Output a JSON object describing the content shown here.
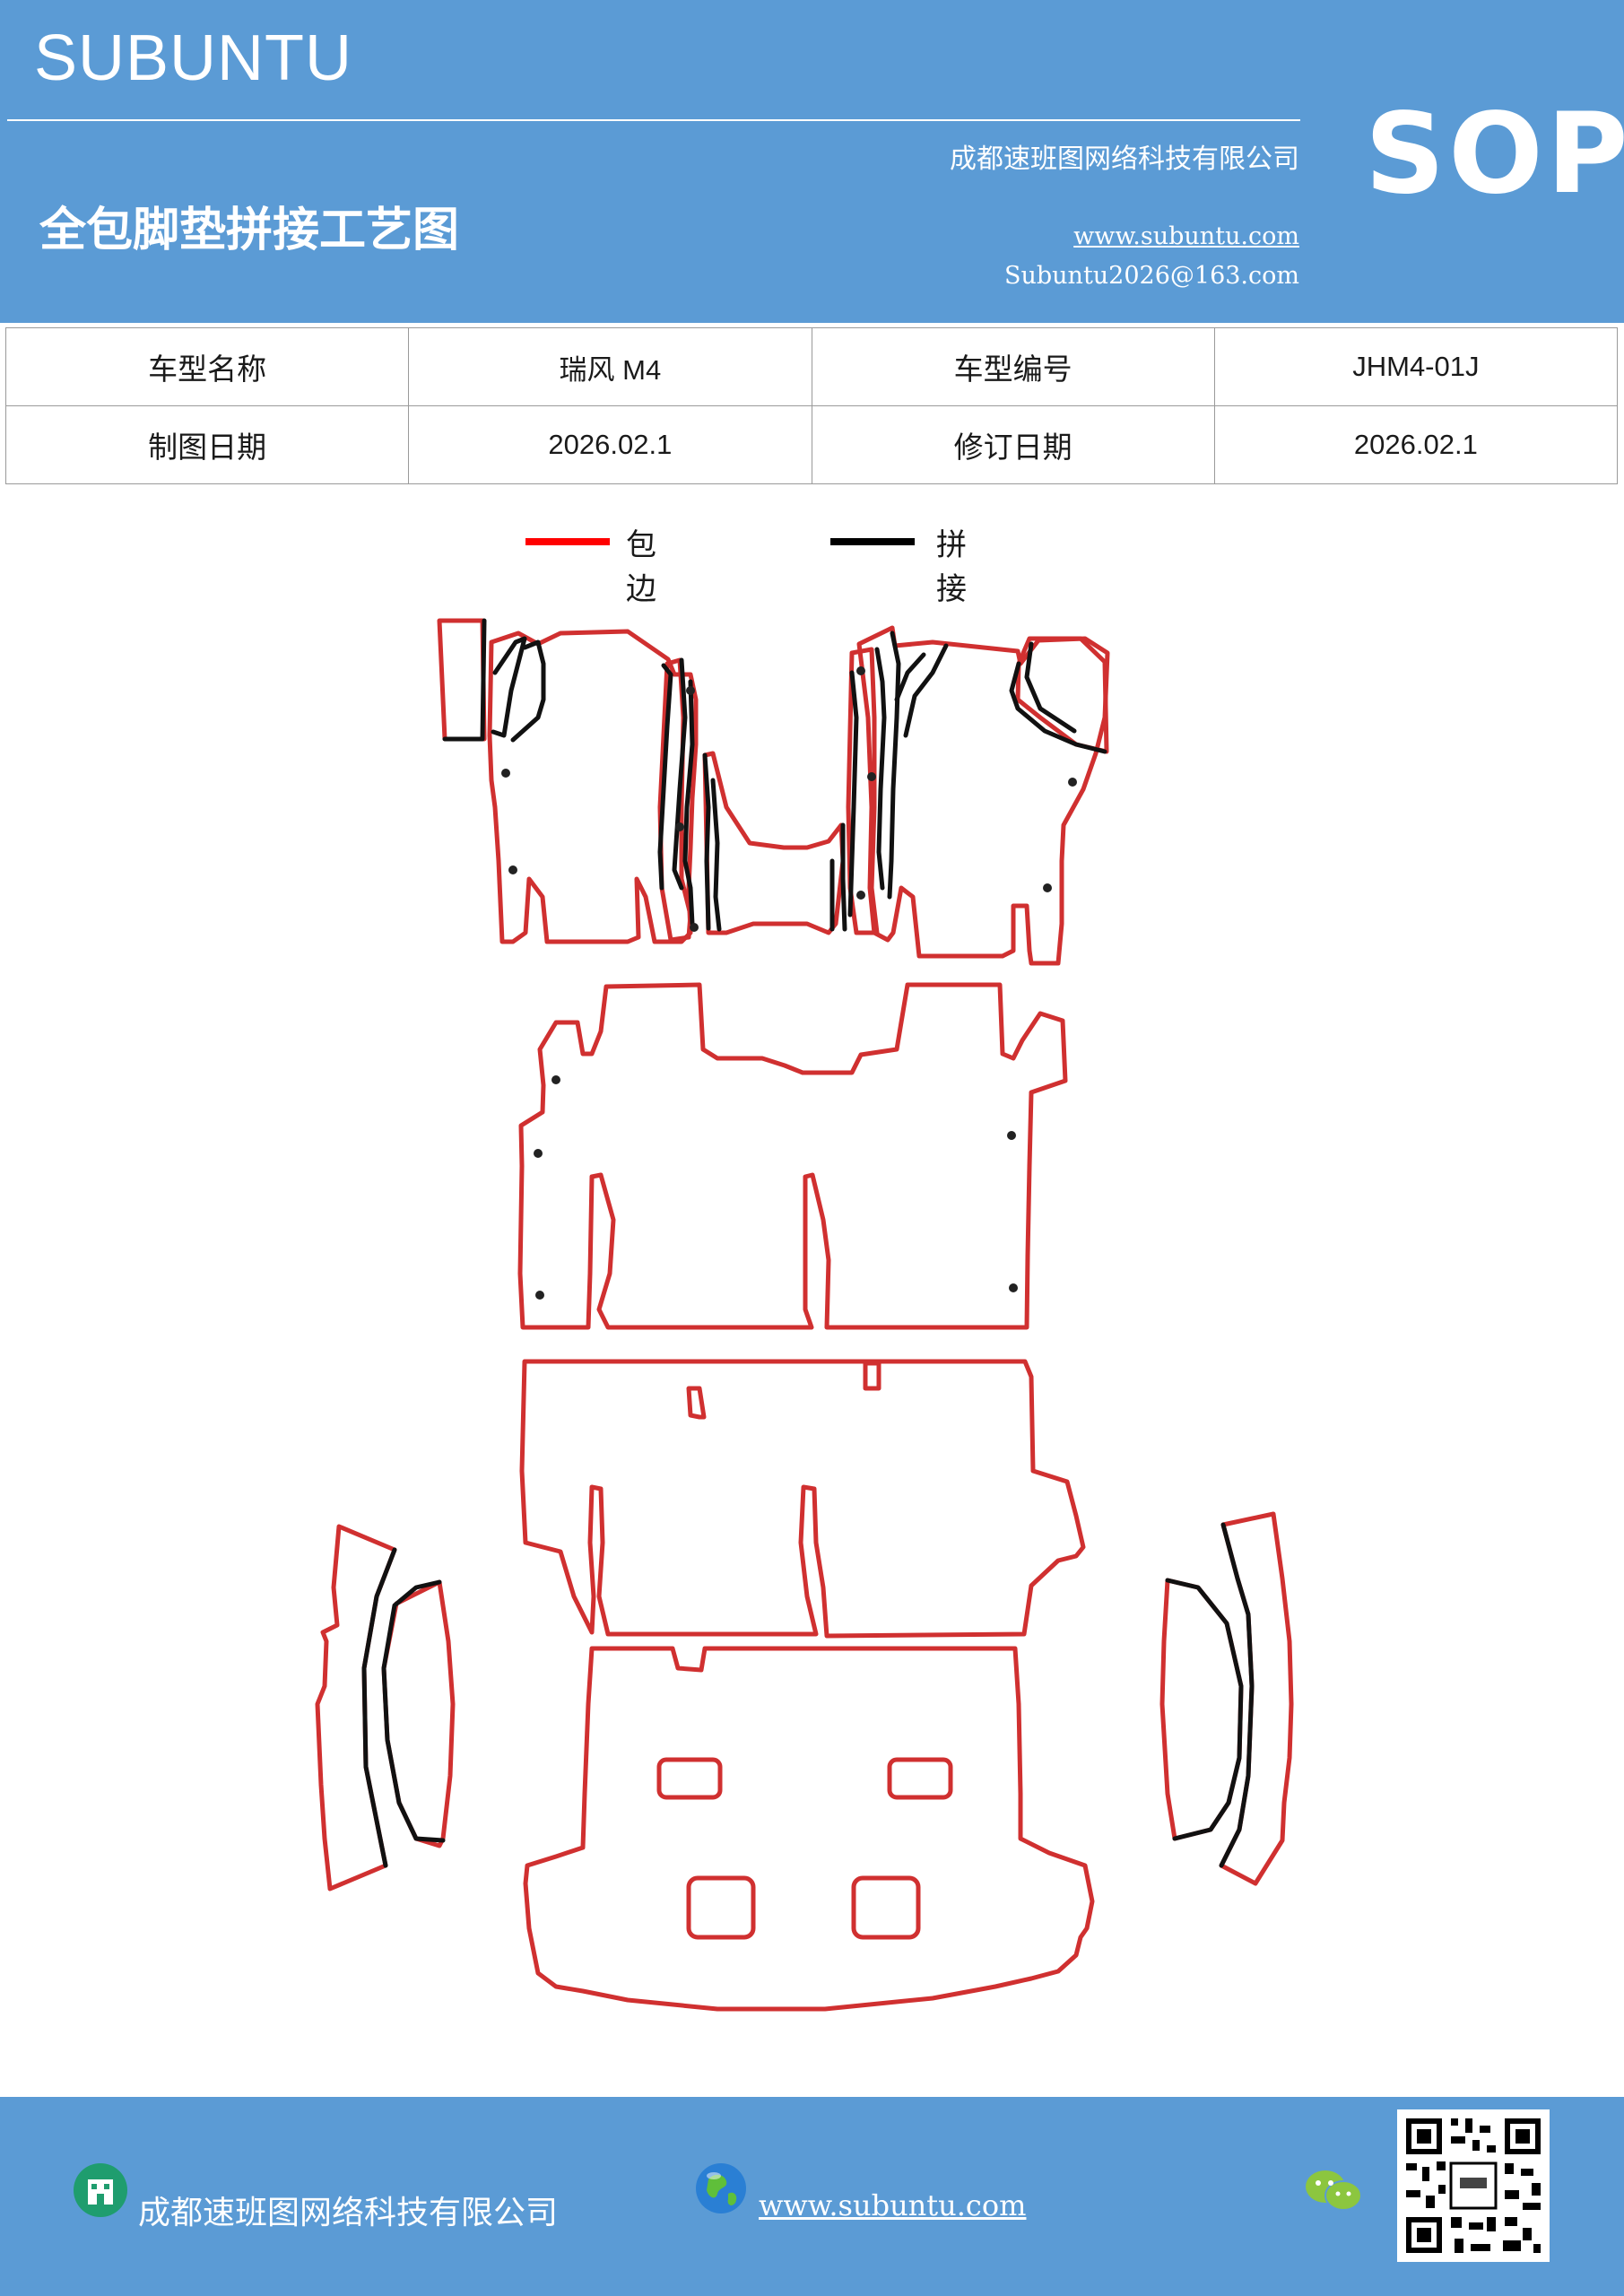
{
  "header": {
    "brand": "SUBUNTU",
    "company": "成都速班图网络科技有限公司",
    "title": "全包脚垫拼接工艺图",
    "website": "www.subuntu.com",
    "email": "Subuntu2026@163.com",
    "badge": "SOP"
  },
  "info_table": {
    "rows": [
      [
        "车型名称",
        "瑞风 M4",
        "车型编号",
        "JHM4-01J"
      ],
      [
        "制图日期",
        "2026.02.1",
        "修订日期",
        "2026.02.1"
      ]
    ]
  },
  "legend": {
    "items": [
      {
        "label": "包边",
        "color": "#ff0000"
      },
      {
        "label": "拼接",
        "color": "#000000"
      }
    ]
  },
  "colors": {
    "header_bg": "#5b9bd5",
    "outline_red": "#d03030",
    "seam_black": "#111111"
  },
  "footer": {
    "company": "成都速班图网络科技有限公司",
    "website": "www.subuntu.com",
    "icons": [
      "building-icon",
      "globe-icon",
      "wechat-icon",
      "qr-code"
    ]
  }
}
